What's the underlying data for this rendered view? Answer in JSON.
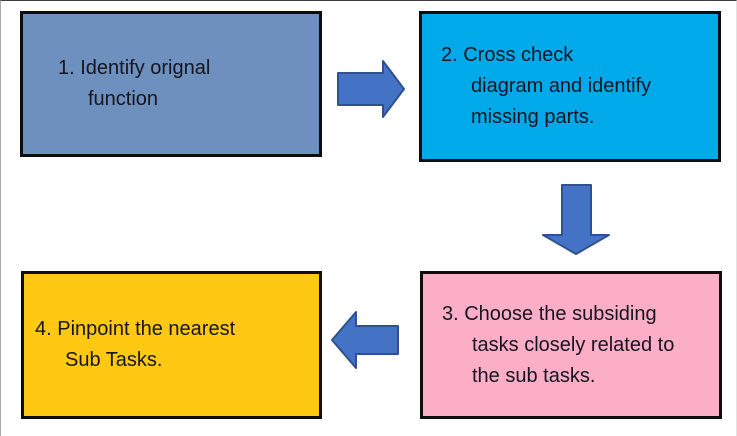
{
  "diagram": {
    "boxes": [
      {
        "id": "step-1",
        "lines": [
          "1. Identify orignal",
          "function"
        ],
        "fill": "#6E90BE"
      },
      {
        "id": "step-2",
        "lines": [
          "2. Cross check",
          "diagram and identify",
          "missing parts."
        ],
        "fill": "#00A9E9"
      },
      {
        "id": "step-3",
        "lines": [
          "3. Choose the subsiding",
          "tasks closely related to",
          "the sub tasks."
        ],
        "fill": "#FBAEC6"
      },
      {
        "id": "step-4",
        "lines": [
          "4. Pinpoint the nearest",
          "Sub Tasks."
        ],
        "fill": "#FEC813"
      }
    ],
    "arrows": [
      {
        "direction": "right",
        "from": "step-1",
        "to": "step-2"
      },
      {
        "direction": "down",
        "from": "step-2",
        "to": "step-3"
      },
      {
        "direction": "left",
        "from": "step-3",
        "to": "step-4"
      }
    ],
    "colors": {
      "background": "#FFFFFF",
      "box_border": "#0D0D0D",
      "text": "#16151F",
      "arrow_fill": "#4472C4",
      "arrow_outline": "#2F528F"
    }
  }
}
